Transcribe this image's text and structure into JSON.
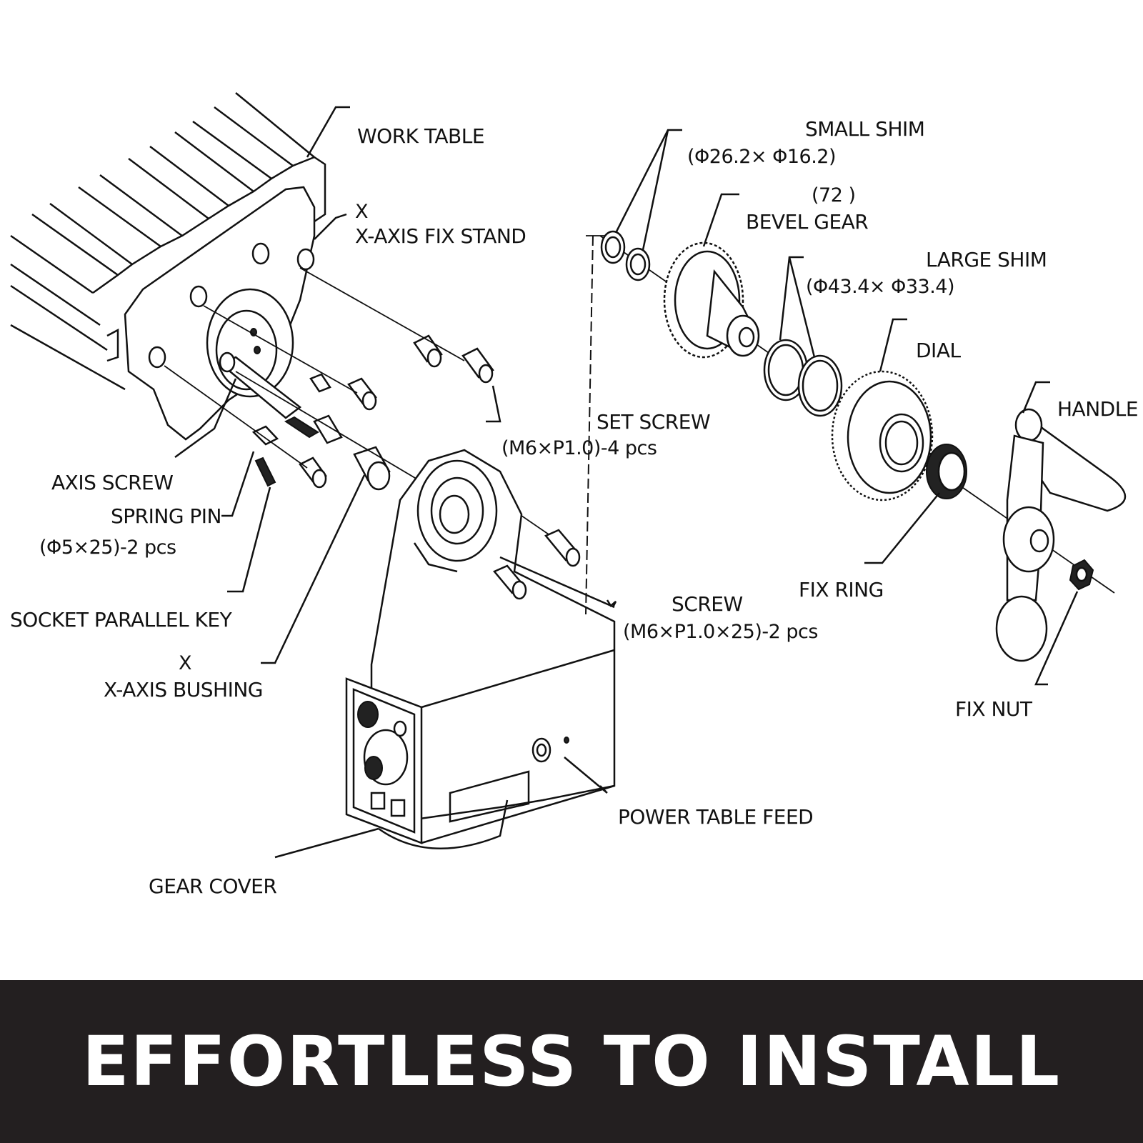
{
  "labels": {
    "work_table": "WORK TABLE",
    "x_mark_stand": "X",
    "x_axis_fix_stand": "X-AXIS FIX STAND",
    "small_shim": "SMALL SHIM",
    "small_shim_dim": "(Φ26.2× Φ16.2)",
    "bevel_gear_teeth": "(72   )",
    "bevel_gear": "BEVEL GEAR",
    "large_shim": "LARGE SHIM",
    "large_shim_dim": "(Φ43.4× Φ33.4)",
    "dial": "DIAL",
    "handle": "HANDLE",
    "set_screw": "SET SCREW",
    "set_screw_spec": "(M6×P1.0)-4 pcs",
    "axis_screw": "AXIS SCREW",
    "spring_pin": "SPRING PIN",
    "spring_pin_spec": "(Φ5×25)-2 pcs",
    "socket_parallel_key": "SOCKET PARALLEL KEY",
    "x_mark_bushing": "X",
    "x_axis_bushing": "X-AXIS BUSHING",
    "screw": "SCREW",
    "screw_spec": "(M6×P1.0×25)-2 pcs",
    "fix_ring": "FIX RING",
    "fix_nut": "FIX NUT",
    "power_table_feed": "POWER TABLE FEED",
    "gear_cover": "GEAR COVER"
  },
  "banner": {
    "text": "EFFORTLESS TO INSTALL"
  },
  "colors": {
    "banner_bg": "#231f20",
    "banner_text": "#ffffff",
    "line": "#111111"
  }
}
